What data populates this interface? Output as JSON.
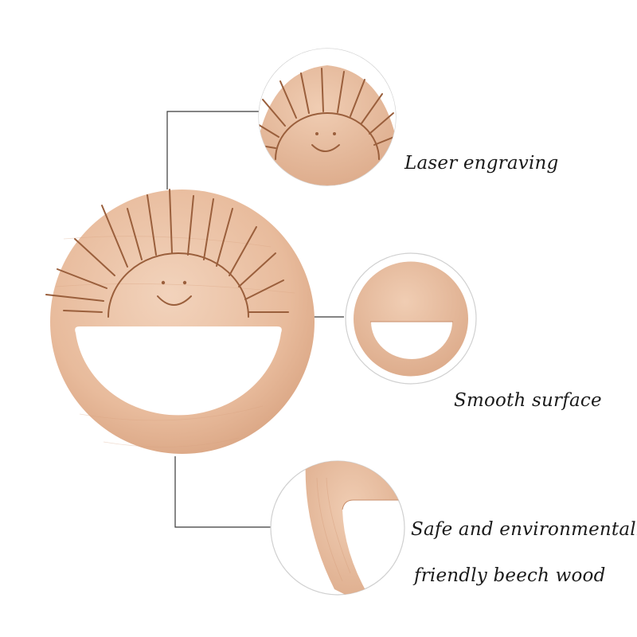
{
  "features": {
    "laser": "Laser engraving",
    "smooth": "Smooth surface",
    "safe_line1": "Safe and environmentally",
    "safe_line2": "friendly beech wood"
  },
  "colors": {
    "wood_light": "#f0cdb3",
    "wood_mid": "#e3b08f",
    "wood_dark": "#c88d6a",
    "engraving": "#9a5f3c",
    "callout_line": "#3a3a3a",
    "callout_ring": "#d0d0d0"
  }
}
